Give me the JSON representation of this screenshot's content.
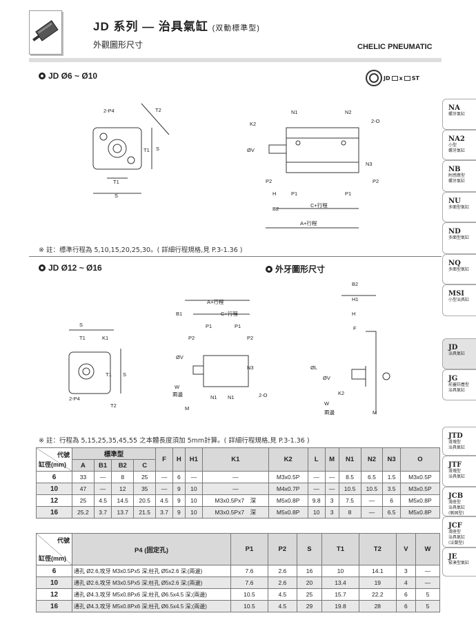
{
  "header": {
    "title_main": "JD 系列 — 治具氣缸",
    "title_sub": "(双動標準型)",
    "subtitle": "外觀圖形尺寸",
    "brand": "CHELIC PNEUMATIC"
  },
  "sections": {
    "s1": "JD Ø6 ~ Ø10",
    "s2": "JD Ø12 ~ Ø16",
    "s3": "外牙圖形尺寸"
  },
  "model_code": {
    "prefix": "JD",
    "x": "x",
    "suffix": "ST"
  },
  "notes": {
    "n1": "※ 註：標準行程為 5,10,15,20,25,30。( 詳細行程規格,見 P.3-1.36 )",
    "n2": "※ 註：行程為 5,15,25,35,45,55 之本體長度須加 5mm計算。( 詳細行程規格,見 P.3-1.36 )"
  },
  "diagram_labels": {
    "p4": "2-P4",
    "t2": "T2",
    "t1": "T1",
    "s": "S",
    "k1": "K1",
    "k2": "K2",
    "n1": "N1",
    "n2": "N2",
    "n3": "N3",
    "o": "2-O",
    "v": "ØV",
    "p2": "P2",
    "p1": "P1",
    "h": "H",
    "h1": "H1",
    "b1": "B1",
    "b2": "B2",
    "c": "C+行程",
    "a": "A+行程",
    "w": "W",
    "both": "兩邊",
    "m": "M",
    "l": "ØL",
    "f": "F"
  },
  "side_tabs": [
    {
      "code": "NA",
      "desc": "螺牙氣缸"
    },
    {
      "code": "NA2",
      "desc": "小型\n螺牙氣缸"
    },
    {
      "code": "NB",
      "desc": "附感應型\n螺牙氣缸"
    },
    {
      "code": "NU",
      "desc": "多面型氣缸"
    },
    {
      "code": "ND",
      "desc": "多面型氣缸"
    },
    {
      "code": "NQ",
      "desc": "多面型氣缸"
    },
    {
      "code": "MSI",
      "desc": "小型治具缸"
    },
    {
      "code": "JD",
      "desc": "治具氣缸"
    },
    {
      "code": "JG",
      "desc": "前蓋防塵型\n治具氣缸"
    },
    {
      "code": "JTD",
      "desc": "滑塊型\n治具氣缸"
    },
    {
      "code": "JTF",
      "desc": "滑塊型\n治具氣缸"
    },
    {
      "code": "JCB",
      "desc": "滑座型\n治具氣缸\n(側固型)"
    },
    {
      "code": "JCF",
      "desc": "滑座型\n治具氣缸\n(法蘭型)"
    },
    {
      "code": "JE",
      "desc": "緊湊型氣缸"
    }
  ],
  "table1": {
    "corner_top": "代號",
    "corner_bottom": "缸徑(mm)",
    "group": "標準型",
    "headers": [
      "A",
      "B1",
      "B2",
      "C",
      "F",
      "H",
      "H1",
      "K1",
      "K2",
      "L",
      "M",
      "N1",
      "N2",
      "N3",
      "O"
    ],
    "rows": [
      {
        "bore": "6",
        "cells": [
          "33",
          "—",
          "8",
          "25",
          "—",
          "6",
          "—",
          "—",
          "M3x0.5P",
          "—",
          "—",
          "8.5",
          "6.5",
          "1.5",
          "M3x0.5P"
        ]
      },
      {
        "bore": "10",
        "cells": [
          "47",
          "—",
          "12",
          "35",
          "—",
          "9",
          "10",
          "—",
          "M4x0.7P",
          "—",
          "—",
          "10.5",
          "10.5",
          "3.5",
          "M3x0.5P"
        ]
      },
      {
        "bore": "12",
        "cells": [
          "25",
          "4.5",
          "14.5",
          "20.5",
          "4.5",
          "9",
          "10",
          "M3x0.5Px7　深",
          "M5x0.8P",
          "9.8",
          "3",
          "7.5",
          "—",
          "6",
          "M5x0.8P"
        ]
      },
      {
        "bore": "16",
        "cells": [
          "25.2",
          "3.7",
          "13.7",
          "21.5",
          "3.7",
          "9",
          "10",
          "M3x0.5Px7　深",
          "M5x0.8P",
          "10",
          "3",
          "8",
          "—",
          "6.5",
          "M5x0.8P"
        ]
      }
    ]
  },
  "table2": {
    "corner_top": "代號",
    "corner_bottom": "缸徑(mm)",
    "headers": [
      "P4 (固定孔)",
      "P1",
      "P2",
      "S",
      "T1",
      "T2",
      "V",
      "W"
    ],
    "rows": [
      {
        "bore": "6",
        "cells": [
          "通孔 Ø2.6,攻牙 M3x0.5Px5 深;柱孔 Ø5x2.6 深;(兩邊)",
          "7.6",
          "2.6",
          "16",
          "10",
          "14.1",
          "3",
          "—"
        ]
      },
      {
        "bore": "10",
        "cells": [
          "通孔 Ø2.6,攻牙 M3x0.5Px5 深;柱孔 Ø5x2.6 深;(兩邊)",
          "7.6",
          "2.6",
          "20",
          "13.4",
          "19",
          "4",
          "—"
        ]
      },
      {
        "bore": "12",
        "cells": [
          "通孔 Ø4.3,攻牙 M5x0.8Px6 深;柱孔 Ø6.5x4.5 深;(兩邊)",
          "10.5",
          "4.5",
          "25",
          "15.7",
          "22.2",
          "6",
          "5"
        ]
      },
      {
        "bore": "16",
        "cells": [
          "通孔 Ø4.3,攻牙 M5x0.8Px6 深;柱孔 Ø6.5x4.5 深;(兩邊)",
          "10.5",
          "4.5",
          "29",
          "19.8",
          "28",
          "6",
          "5"
        ]
      }
    ]
  }
}
